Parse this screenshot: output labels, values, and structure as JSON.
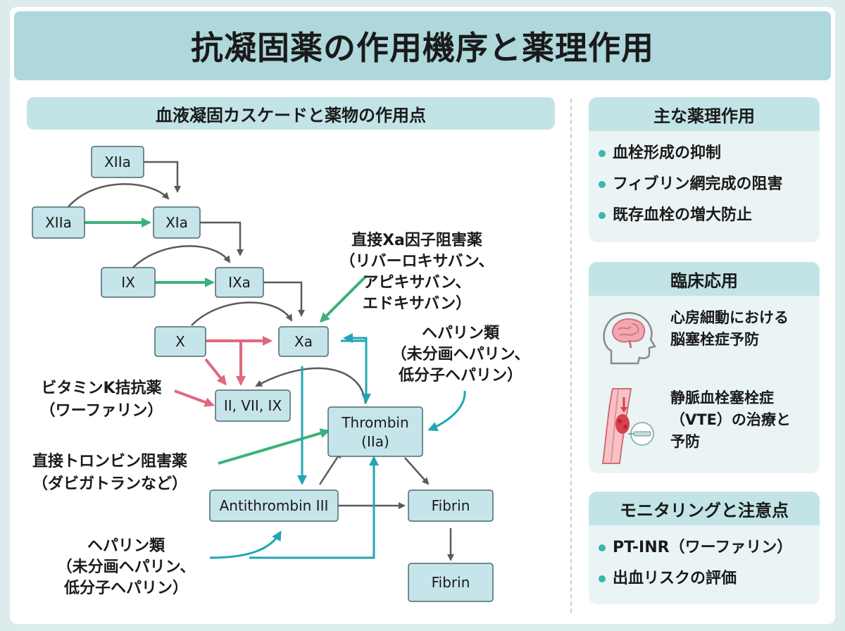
{
  "title": "抗凝固薬の作用機序と薬理作用",
  "cascade": {
    "header": "血液凝固カスケードと薬物の作用点",
    "nodes": {
      "xiia_top": "XIIa",
      "xiia": "XIIa",
      "xia": "XIa",
      "ix": "IX",
      "ixa": "IXa",
      "x": "X",
      "xa": "Xa",
      "vk_factors": "II, VII, IX",
      "thrombin_1": "Thrombin",
      "thrombin_2": "(IIa)",
      "antithrombin": "Antithrombin III",
      "fibrin_1": "Fibrin",
      "fibrin_2": "Fibrin"
    },
    "labels": {
      "xa_inhibitor": [
        "直接Xa因子阻害薬",
        "（リバーロキサバン、",
        "アピキサバン、",
        "エドキサバン）"
      ],
      "heparin_right": [
        "ヘパリン類",
        "（未分画ヘパリン、",
        "低分子ヘパリン）"
      ],
      "vk_antagonist": [
        "ビタミンK拮抗薬",
        "（ワーファリン）"
      ],
      "thrombin_inhibitor": [
        "直接トロンビン阻害薬",
        "（ダビガトランなど）"
      ],
      "heparin_bottom": [
        "ヘパリン類",
        "（未分画ヘパリン、",
        "低分子ヘパリン）"
      ]
    }
  },
  "pharmacology": {
    "header": "主な薬理作用",
    "items": [
      "血栓形成の抑制",
      "フィブリン網完成の阻害",
      "既存血栓の増大防止"
    ]
  },
  "clinical": {
    "header": "臨床応用",
    "items": [
      {
        "icon": "brain-icon",
        "lines": [
          "心房細動における",
          "脳塞栓症予防"
        ]
      },
      {
        "icon": "blood-vessel-icon",
        "lines": [
          "静脈血栓塞栓症",
          "（VTE）の治療と",
          "予防"
        ]
      }
    ]
  },
  "monitoring": {
    "header": "モニタリングと注意点",
    "items": [
      "PT-INR（ワーファリン）",
      "出血リスクの評価"
    ]
  },
  "colors": {
    "title_bar": "#aed8dc",
    "node_fill": "#c6e5ea",
    "arrow_gray": "#5a5a5a",
    "arrow_green": "#3bb27a",
    "arrow_red": "#e0687e",
    "arrow_teal": "#22a5b5"
  }
}
